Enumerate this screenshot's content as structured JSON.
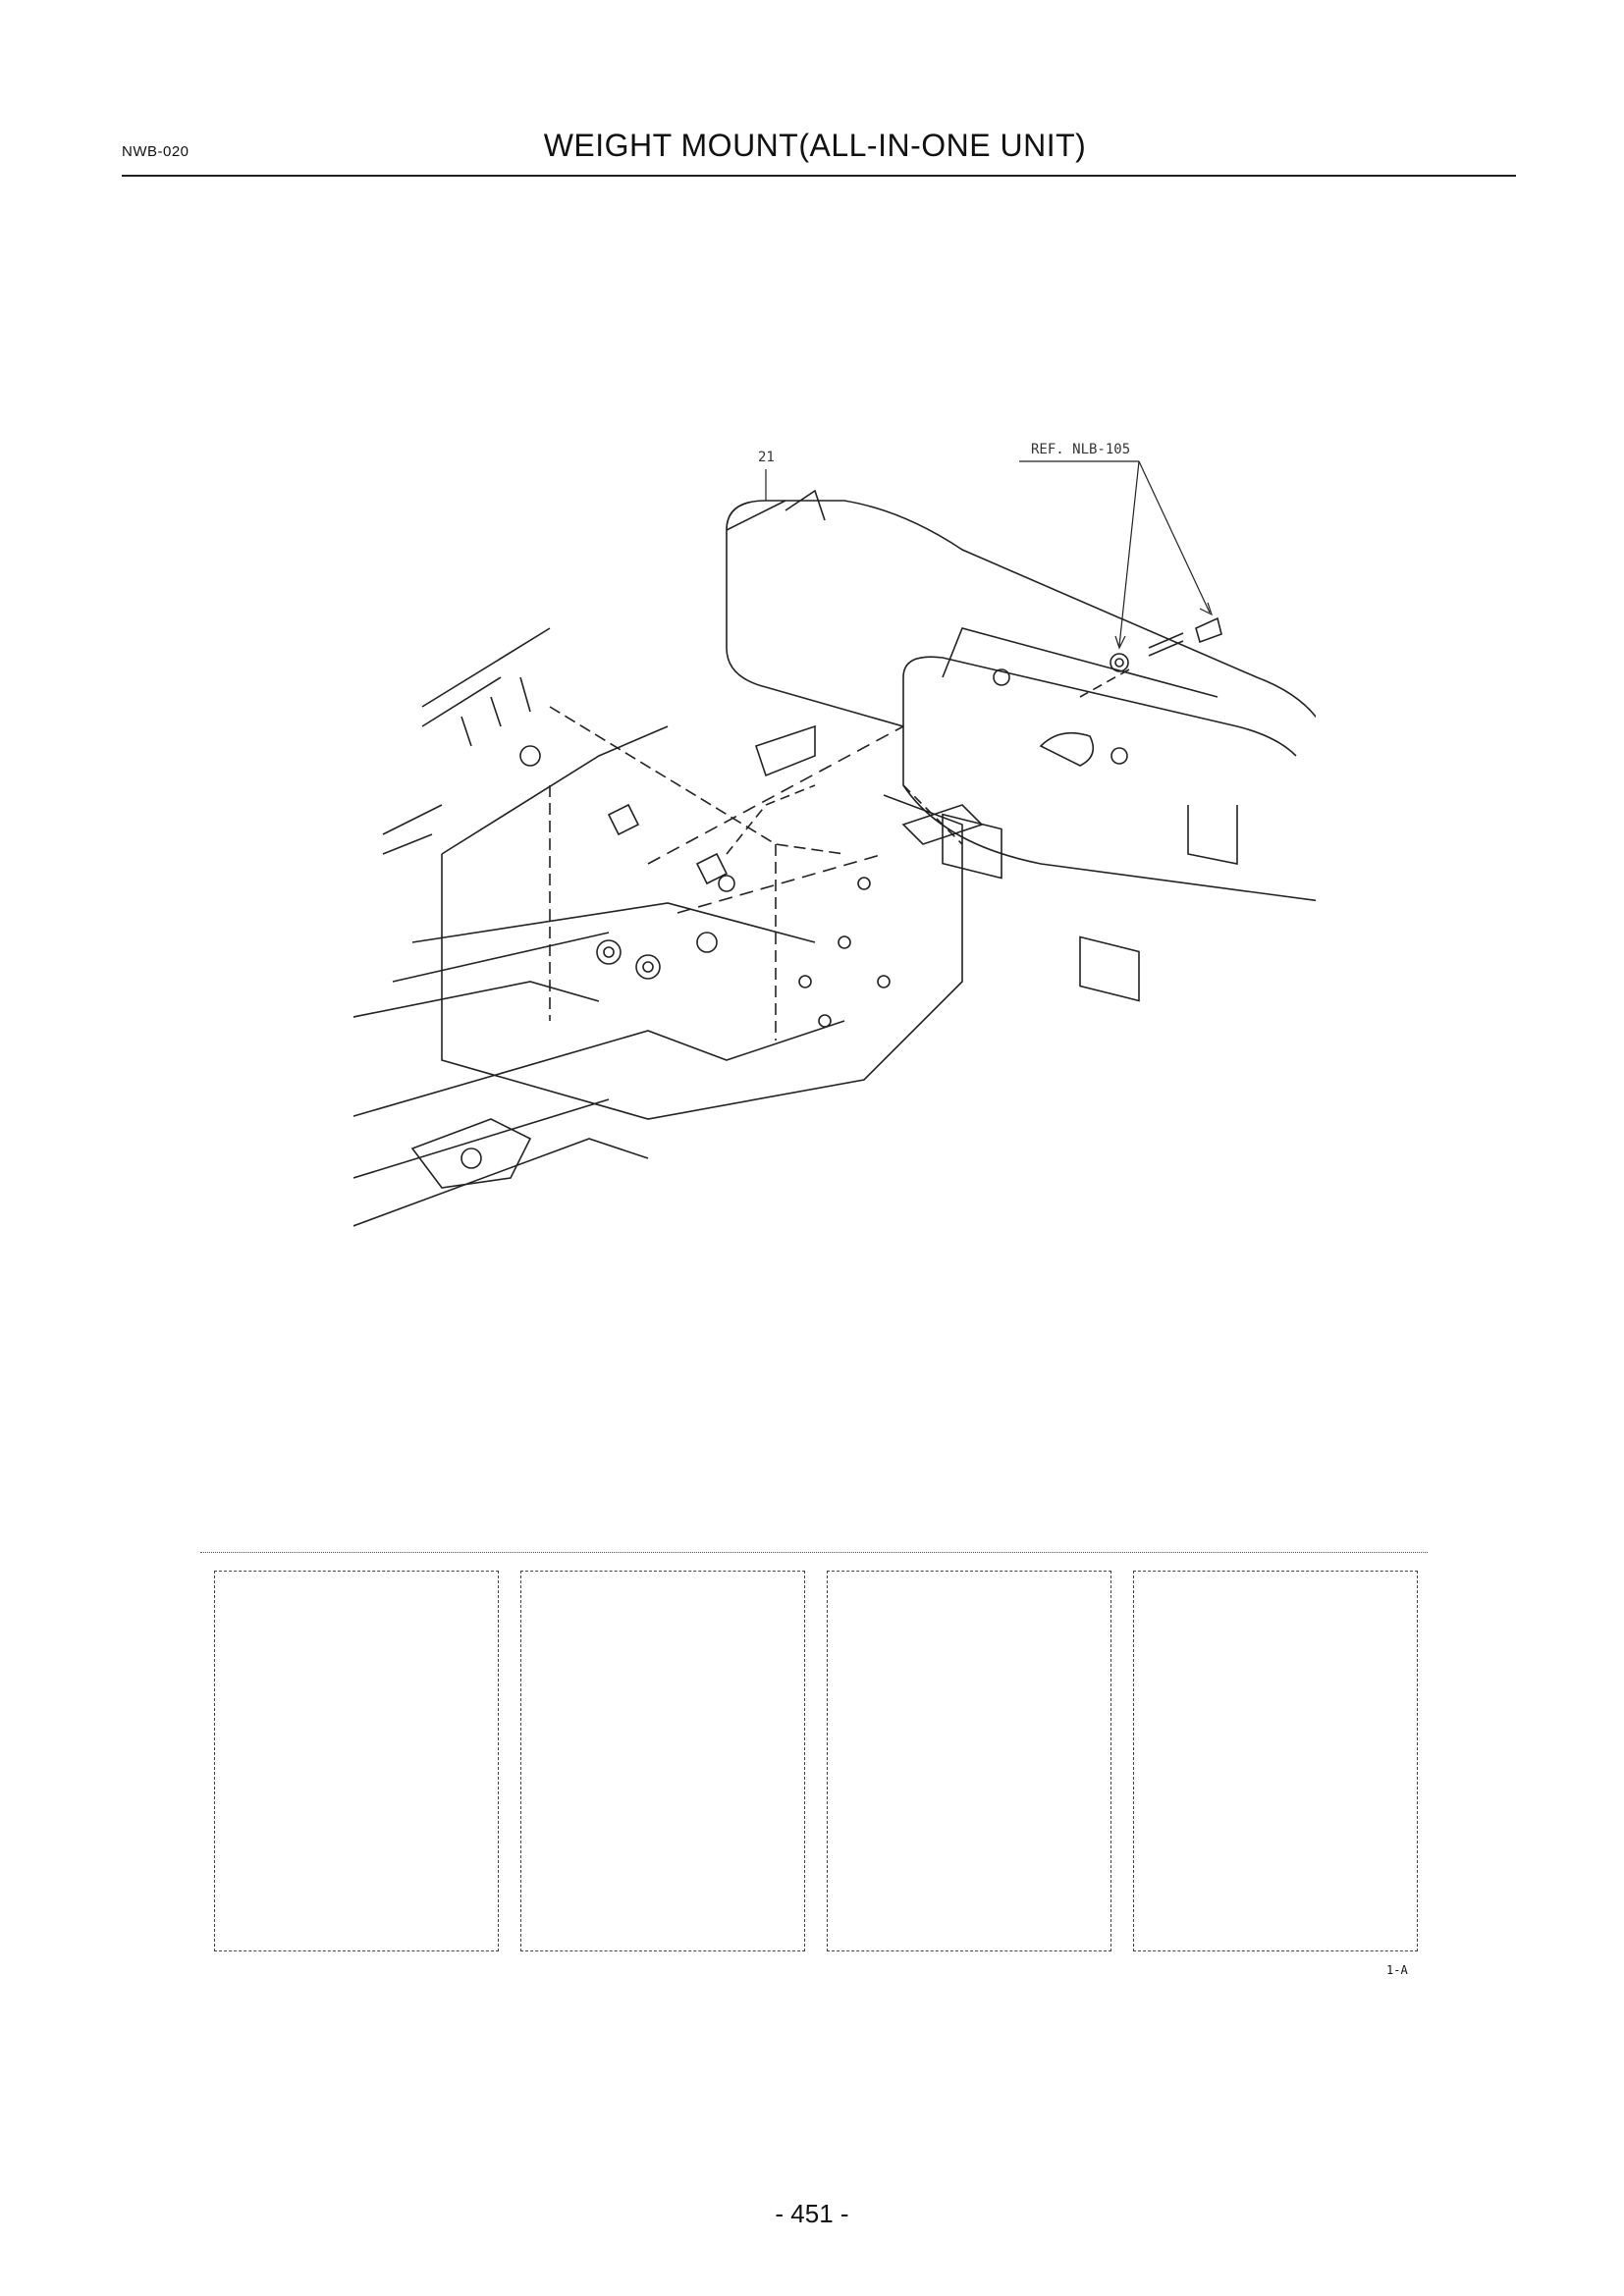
{
  "header": {
    "code": "NWB-020",
    "title": "WEIGHT MOUNT(ALL-IN-ONE UNIT)"
  },
  "diagram": {
    "callouts": {
      "part_21": "21",
      "reference": "REF. NLB-105"
    }
  },
  "reference_boxes": {
    "count": 4
  },
  "figure_code": "1-A",
  "page_number": "- 451 -"
}
